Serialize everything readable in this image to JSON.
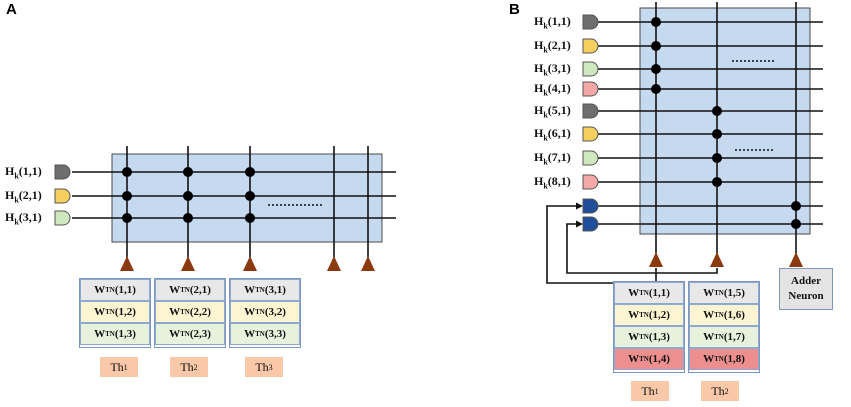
{
  "colors": {
    "crossbar_fill": "#c5d9ef",
    "crossbar_border": "#4a4a4a",
    "neuron": "#8b3a0f",
    "row_gray": "#e8e8e8",
    "row_yellow": "#fdf4d2",
    "row_green": "#e6f2dc",
    "row_red": "#ee8f8f",
    "threshold": "#f8c8a8",
    "input_gray": "#6e6e6e",
    "input_yellow": "#f7cf5e",
    "input_green": "#cfe8c0",
    "input_red": "#f5a8a8",
    "input_blue": "#1f4e9a"
  },
  "icons": [
    "input-neuron-icon",
    "output-neuron-icon",
    "synapse-dot-icon"
  ],
  "panel_a": {
    "letter": "A",
    "inputs": [
      "(1,1)",
      "(2,1)",
      "(3,1)"
    ],
    "weights": [
      [
        "(1,1)",
        "(1,2)",
        "(1,3)"
      ],
      [
        "(2,1)",
        "(2,2)",
        "(2,3)"
      ],
      [
        "(3,1)",
        "(3,2)",
        "(3,3)"
      ]
    ],
    "thresholds": [
      "1",
      "2",
      "3"
    ]
  },
  "panel_b": {
    "letter": "B",
    "inputs": [
      "(1,1)",
      "(2,1)",
      "(3,1)",
      "(4,1)",
      "(5,1)",
      "(6,1)",
      "(7,1)",
      "(8,1)"
    ],
    "weights": [
      [
        "(1,1)",
        "(1,2)",
        "(1,3)",
        "(1,4)"
      ],
      [
        "(1,5)",
        "(1,6)",
        "(1,7)",
        "(1,8)"
      ]
    ],
    "thresholds": [
      "1",
      "2"
    ],
    "adder_line1": "Adder",
    "adder_line2": "Neuron"
  }
}
